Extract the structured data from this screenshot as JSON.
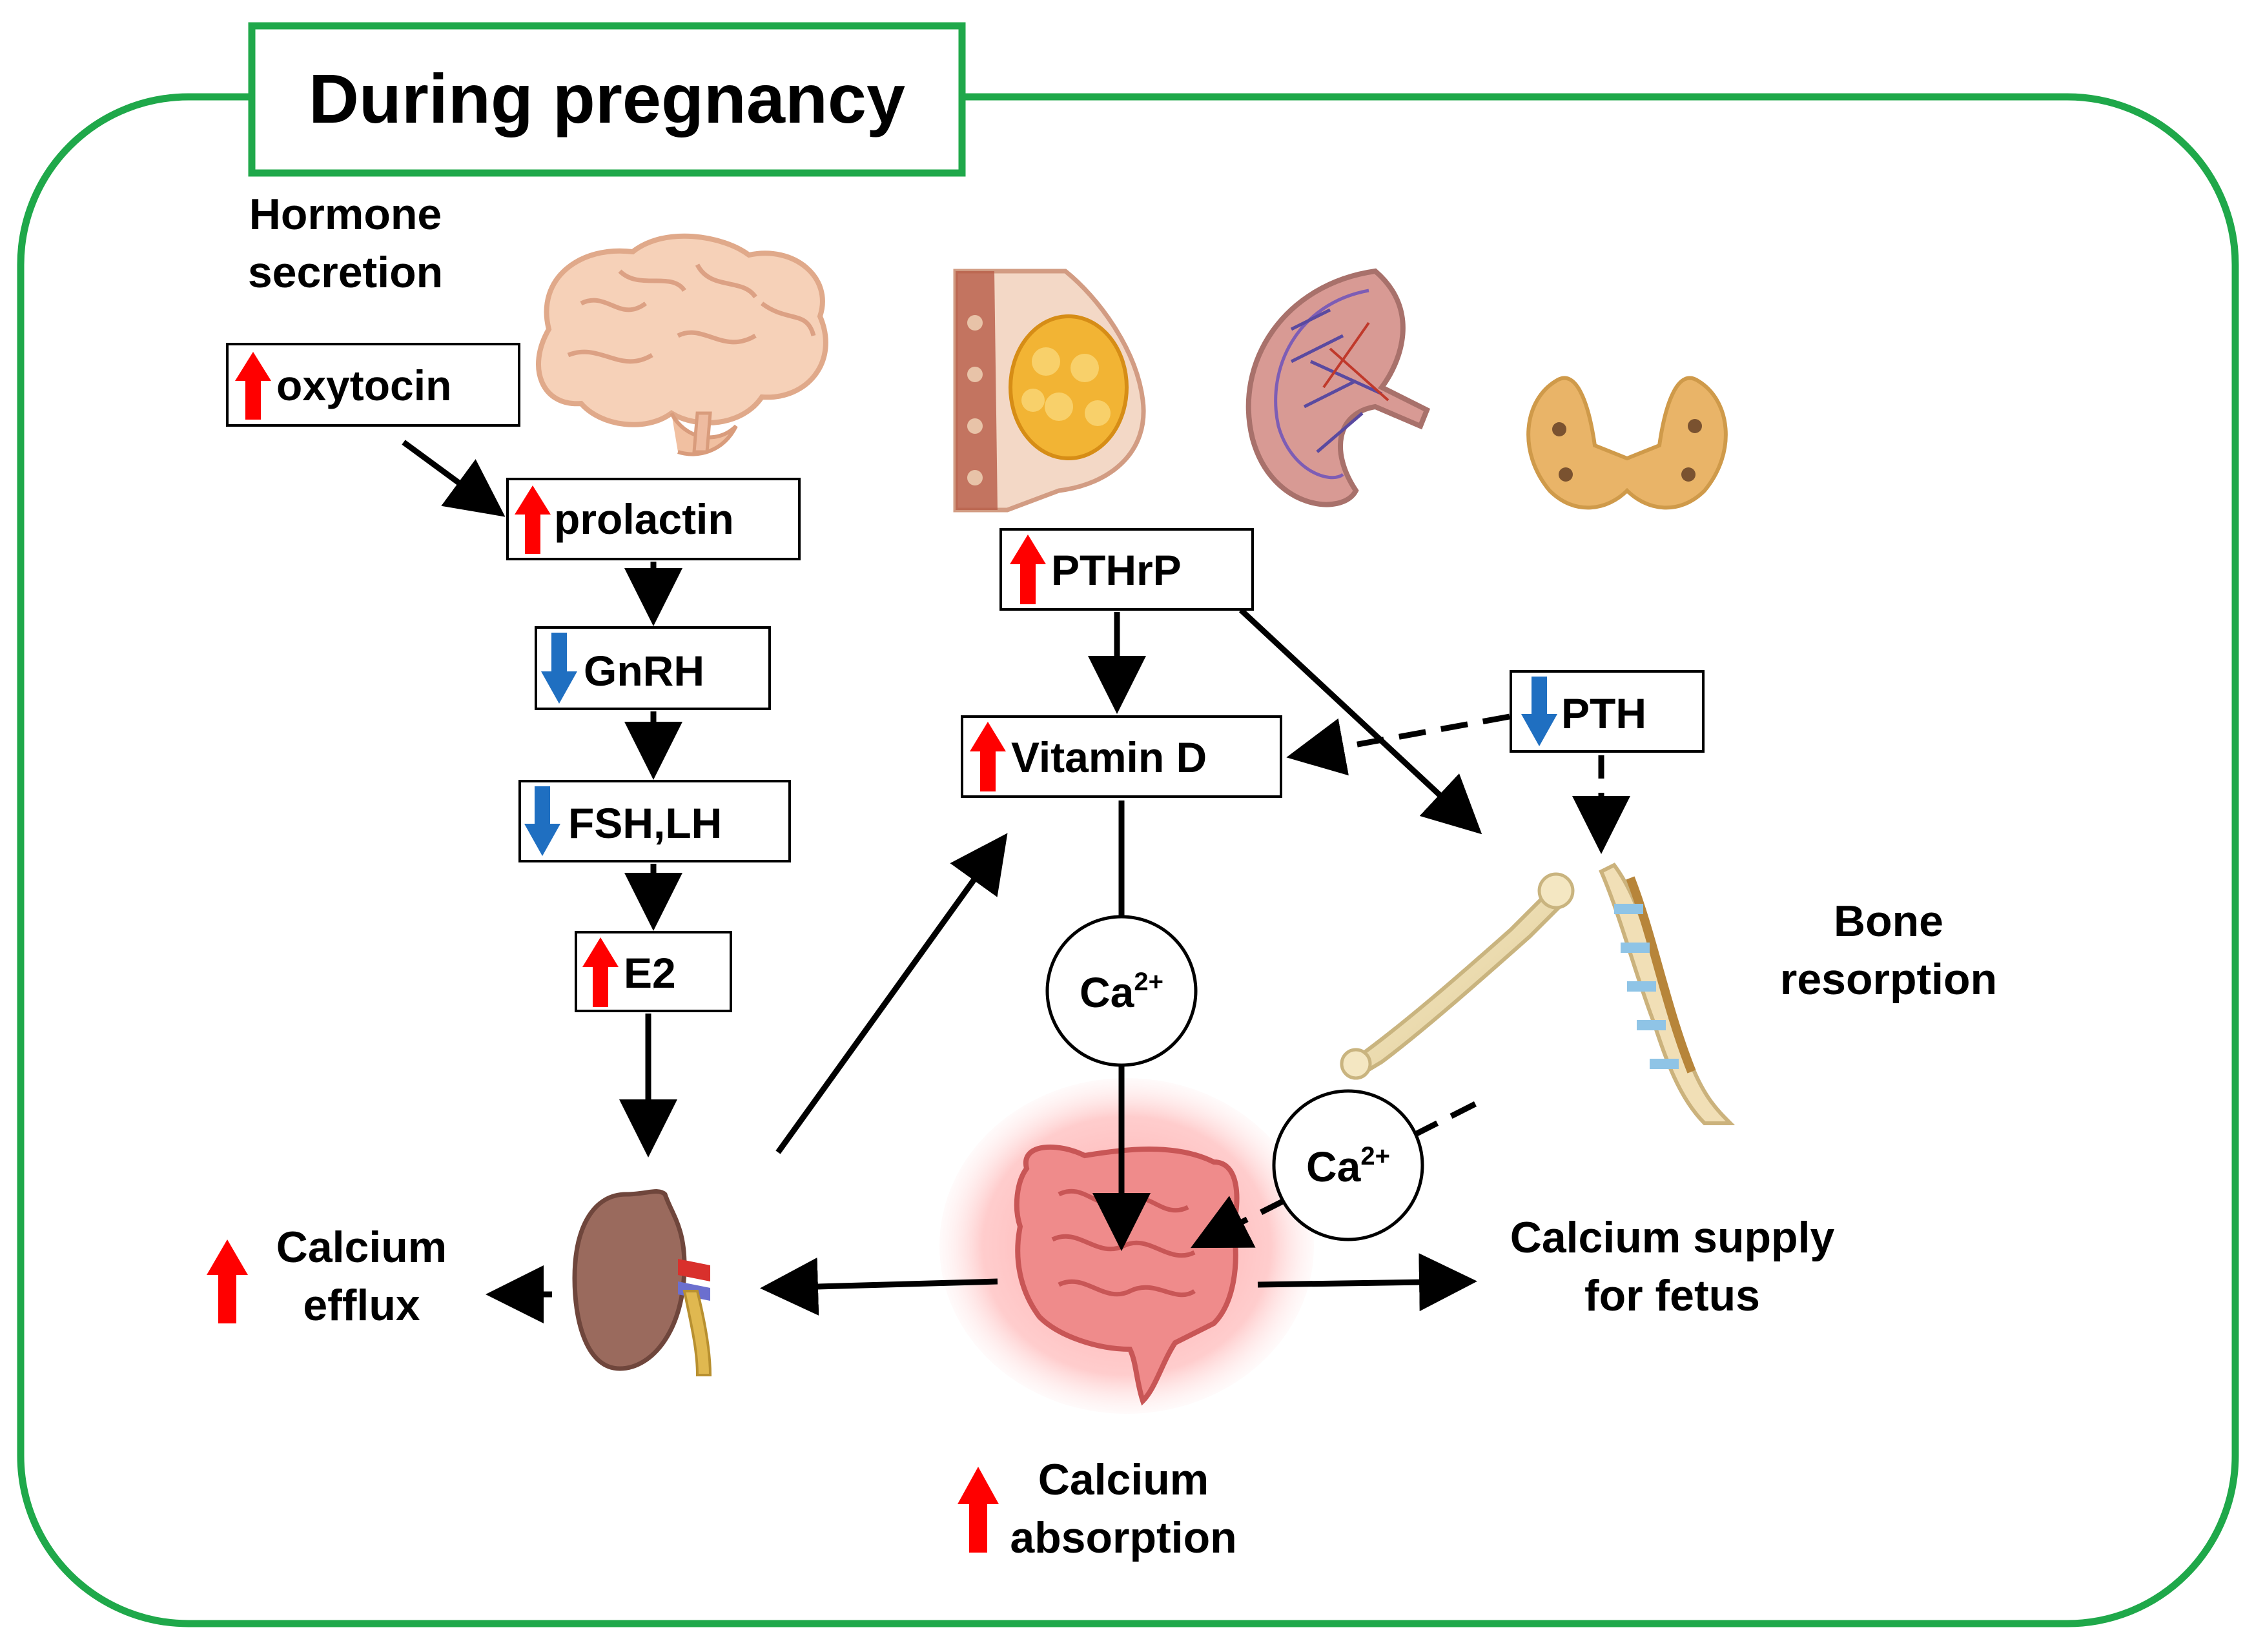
{
  "title": "During pregnancy",
  "colors": {
    "frame_green": "#1fa84a",
    "up_arrow_red": "#ff0000",
    "down_arrow_blue": "#1f6fc1",
    "ink": "#000000"
  },
  "labels": {
    "hormone_line1": "Hormone",
    "hormone_line2": "secretion",
    "bone_line1": "Bone",
    "bone_line2": "resorption",
    "efflux_line1": "Calcium",
    "efflux_line2": "efflux",
    "absorption_line1": "Calcium",
    "absorption_line2": "absorption",
    "supply_line1": "Calcium supply",
    "supply_line2": "for fetus",
    "ca_symbol": "Ca",
    "ca_charge": "2+"
  },
  "hormones": [
    {
      "id": "oxytocin",
      "label": "oxytocin",
      "direction": "up"
    },
    {
      "id": "prolactin",
      "label": "prolactin",
      "direction": "up"
    },
    {
      "id": "gnrh",
      "label": "GnRH",
      "direction": "down"
    },
    {
      "id": "fsh-lh",
      "label": "FSH,LH",
      "direction": "down"
    },
    {
      "id": "e2",
      "label": "E2",
      "direction": "up"
    },
    {
      "id": "pthrp",
      "label": "PTHrP",
      "direction": "up"
    },
    {
      "id": "vitamin-d",
      "label": "Vitamin D",
      "direction": "up"
    },
    {
      "id": "pth",
      "label": "PTH",
      "direction": "down"
    }
  ],
  "illustrations": [
    "brain-icon",
    "breast-icon",
    "placenta-icon",
    "thyroid-icon",
    "femur-icon",
    "spine-icon",
    "intestine-icon",
    "kidney-icon"
  ]
}
